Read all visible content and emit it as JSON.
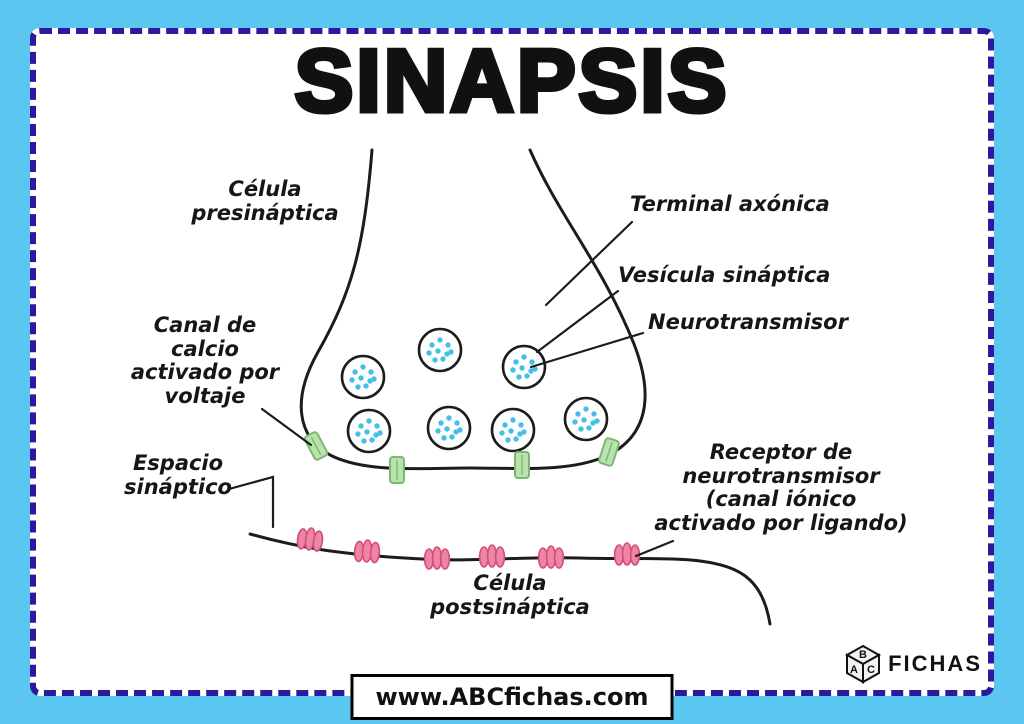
{
  "title": "SINAPSIS",
  "labels": {
    "presynaptic_cell": "Célula\npresináptica",
    "axon_terminal": "Terminal axónica",
    "synaptic_vesicle": "Vesícula sináptica",
    "neurotransmitter": "Neurotransmisor",
    "calcium_channel": "Canal de\ncalcio\nactivado por\nvoltaje",
    "synaptic_space": "Espacio\nsináptico",
    "receptor": "Receptor de\nneurotransmisor\n(canal iónico\nactivado por ligando)",
    "postsynaptic_cell": "Célula\npostsináptica"
  },
  "footer": {
    "url": "www.ABCfichas.com",
    "brand": "FICHAS",
    "cube_letters": {
      "top": "B",
      "left": "A",
      "right": "C"
    }
  },
  "colors": {
    "frame": "#5bc6f0",
    "dash": "#2a1a9e",
    "ink": "#1c1c1c",
    "dot": "#45bfe8",
    "channel": "#b9e3ad",
    "channel_stroke": "#7ab873",
    "receptor": "#ef85a4",
    "receptor_stroke": "#d14e78"
  }
}
